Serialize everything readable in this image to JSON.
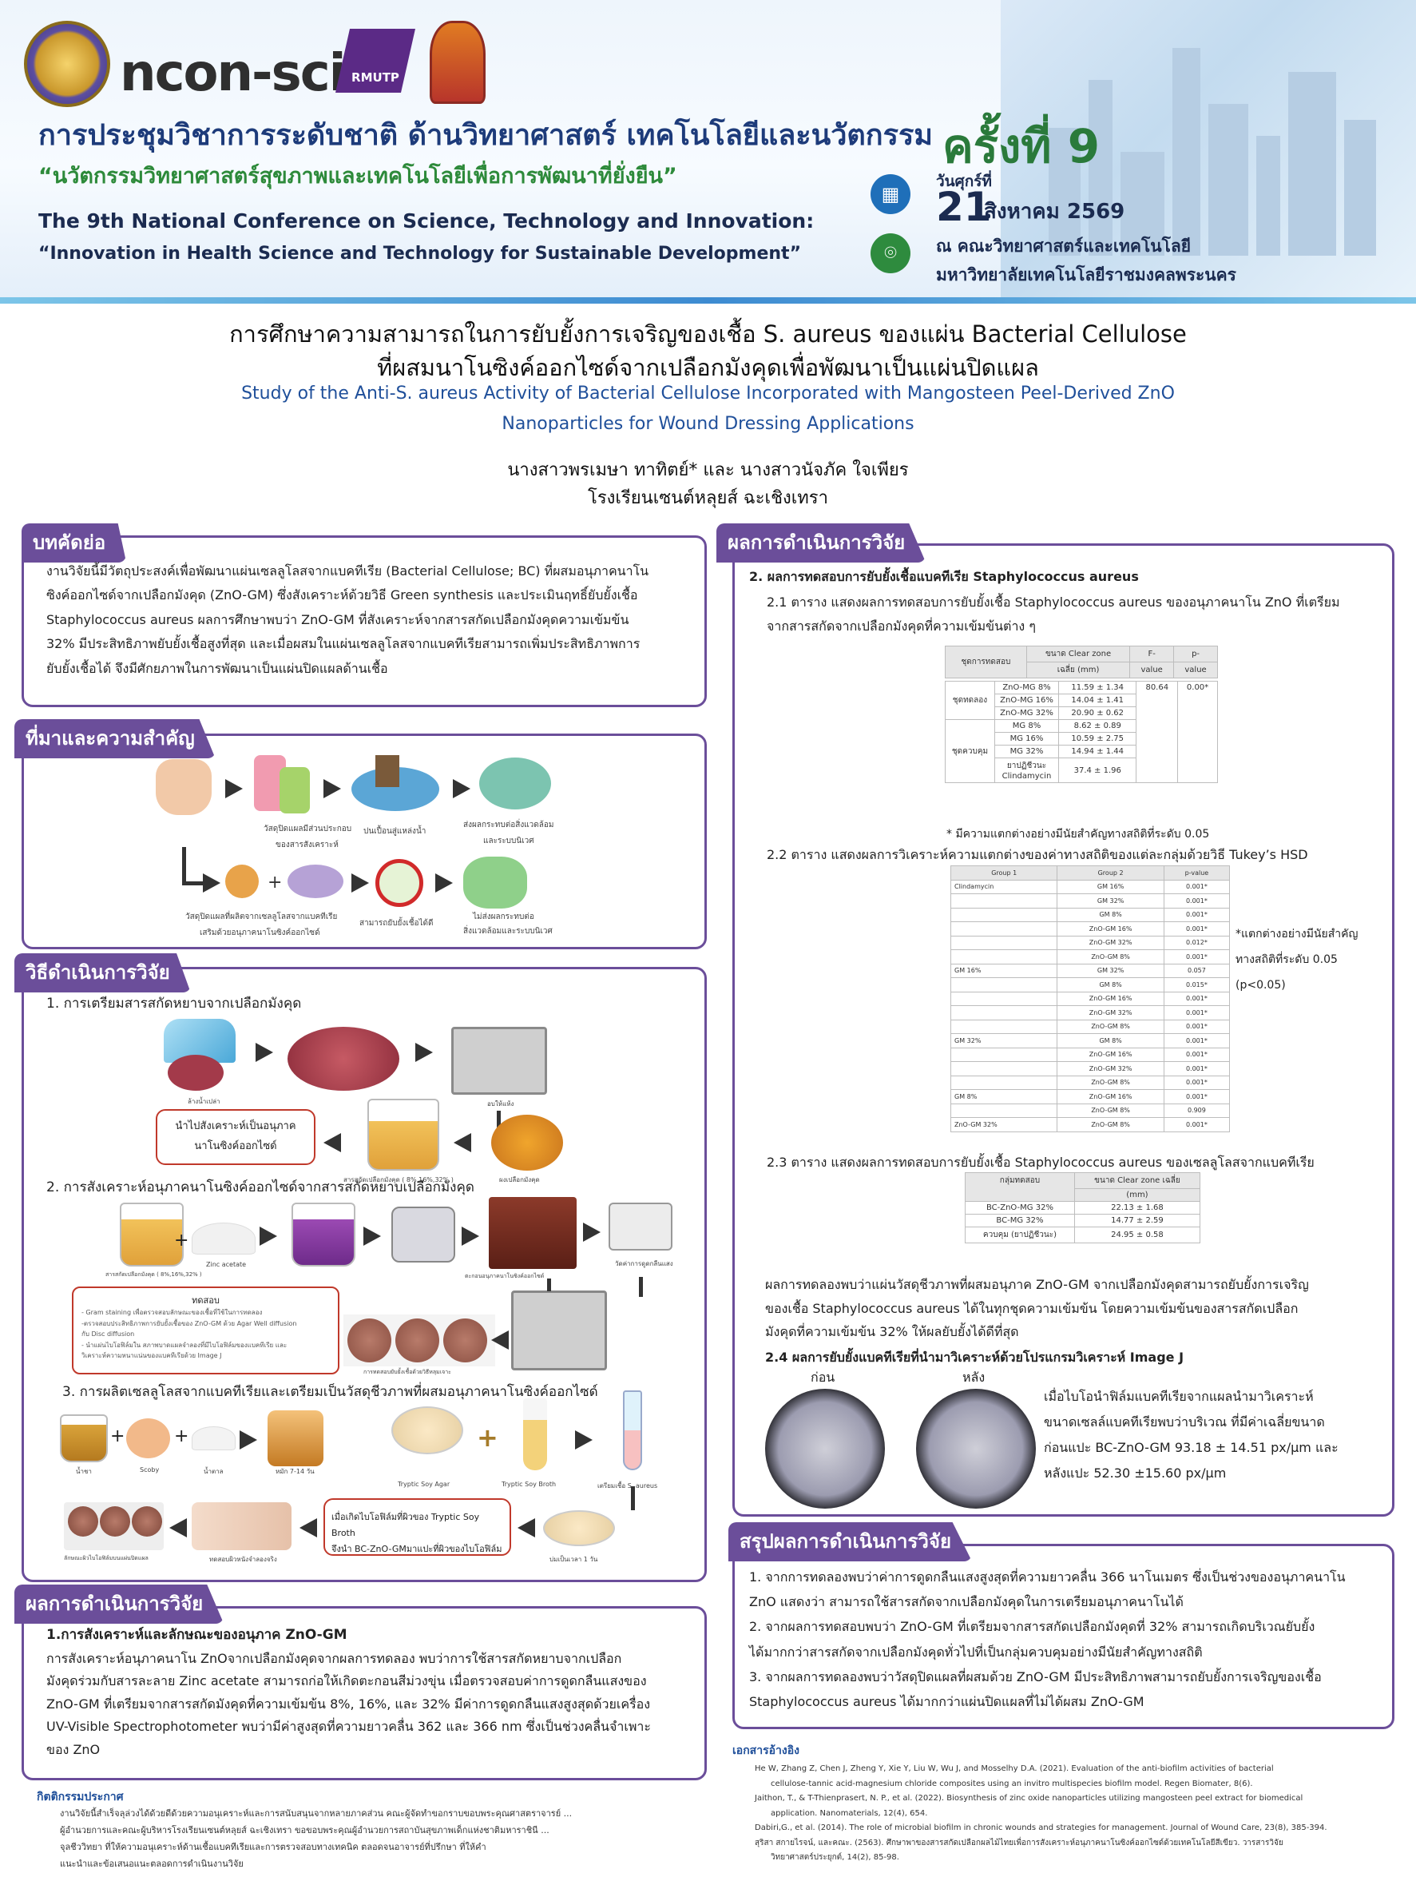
{
  "header": {
    "conf_th": "การประชุมวิชาการระดับชาติ ด้านวิทยาศาสตร์ เทคโนโลยีและนวัตกรรม",
    "edition": "ครั้งที่ 9",
    "theme_th": "“นวัตกรรมวิทยาศาสตร์สุขภาพและเทคโนโลยีเพื่อการพัฒนาที่ยั่งยืน”",
    "conf_en": "The 9th National Conference on Science, Technology and Innovation:",
    "theme_en": "“Innovation in Health Science and Technology for Sustainable Development”",
    "day": "วันศุกร์ที่",
    "date": "21",
    "month": "สิงหาคม 2569",
    "venue1": "ณ คณะวิทยาศาสตร์และเทคโนโลยี",
    "venue2": "มหาวิทยาลัยเทคโนโลยีราชมงคลพระนคร",
    "logo_text": "ncon-sci",
    "rmutp": "RMUTP"
  },
  "title": {
    "th1": "การศึกษาความสามารถในการยับยั้งการเจริญของเชื้อ S. aureus ของแผ่น Bacterial Cellulose",
    "th2": "ที่ผสมนาโนซิงค์ออกไซด์จากเปลือกมังคุดเพื่อพัฒนาเป็นแผ่นปิดแผล",
    "en1": "Study of the Anti-S. aureus Activity of Bacterial Cellulose Incorporated with Mangosteen Peel-Derived ZnO",
    "en2": "Nanoparticles for Wound Dressing Applications",
    "authors": "นางสาวพรเมษา ทาทิตย์* และ นางสาวนัจภัค ใจเพียร",
    "school": "โรงเรียนเซนต์หลุยส์ ฉะเชิงเทรา"
  },
  "abstract": {
    "heading": "บทคัดย่อ",
    "lines": [
      "งานวิจัยนี้มีวัตถุประสงค์เพื่อพัฒนาแผ่นเซลลูโลสจากแบคทีเรีย (Bacterial Cellulose; BC) ที่ผสมอนุภาคนาโน",
      "ซิงค์ออกไซด์จากเปลือกมังคุด (ZnO-GM) ซึ่งสังเคราะห์ด้วยวิธี Green synthesis และประเมินฤทธิ์ยับยั้งเชื้อ",
      "Staphylococcus aureus ผลการศึกษาพบว่า ZnO-GM ที่สังเคราะห์จากสารสกัดเปลือกมังคุดความเข้มข้น",
      "32% มีประสิทธิภาพยับยั้งเชื้อสูงที่สุด และเมื่อผสมในแผ่นเซลลูโลสจากแบคทีเรียสามารถเพิ่มประสิทธิภาพการ",
      "ยับยั้งเชื้อได้ จึงมีศักยภาพในการพัฒนาเป็นแผ่นปิดแผลด้านเชื้อ"
    ]
  },
  "background": {
    "heading": "ที่มาและความสำคัญ",
    "labels": [
      "วัสดุปิดแผลมีส่วนประกอบ",
      "ของสารสังเคราะห์",
      "ปนเปื้อนสู่แหล่งน้ำ",
      "ส่งผลกระทบต่อสิ่งแวดล้อม",
      "และระบบนิเวศ",
      "วัสดุปิดแผลที่ผลิตจากเซลลูโลสจากแบคทีเรีย",
      "เสริมด้วยอนุภาคนาโนซิงค์ออกไซด์",
      "สามารถยับยั้งเชื้อได้ดี",
      "ไม่ส่งผลกระทบต่อ",
      "สิ่งแวดล้อมและระบบนิเวศ"
    ]
  },
  "methods": {
    "heading": "วิธีดำเนินการวิจัย",
    "step1": "1. การเตรียมสารสกัดหยาบจากเปลือกมังคุด",
    "step1_box_l1": "นำไปสังเคราะห์เป็นอนุภาค",
    "step1_box_l2": "นาโนซิงค์ออกไซด์",
    "step1_labels": [
      "ล้างน้ำเปล่า",
      "อบให้แห้ง",
      "สารสกัดเปลือกมังคุด ( 8%,16%,32% )",
      "ผงเปลือกมังคุด"
    ],
    "step2": "2. การสังเคราะห์อนุภาคนาโนซิงค์ออกไซด์จากสารสกัดหยาบเปลือกมังคุด",
    "step2_labels": [
      "สารสกัดเปลือกมังคุด ( 8%,16%,32% )",
      "Zinc acetate",
      "ตะกอนอนุภาคนาโนซิงค์ออกไซด์",
      "วัดค่าการดูดกลืนแสง",
      "การทดสอบยับยั้งเชื้อด้วยวิธีหลุมเจาะ"
    ],
    "test_title": "ทดสอบ",
    "test_lines": [
      "- Gram staining เพื่อตรวจสอบลักษณะของเชื้อที่ใช้ในการทดลอง",
      "-ตรวจสอบประสิทธิภาพการยับยั้งเชื้อของ ZnO-GM ด้วย Agar Well diffusion",
      "กับ Disc diffusion",
      "- นำแผ่นไบโอฟิล์มใน สภาพบาดแผลจำลองที่มีไบโอฟิล์มของแบคทีเรีย และ",
      "วิเคราะห์ความหนาแน่นของแบคทีเรียด้วย Image J"
    ],
    "step3": "3. การผลิตเซลลูโลสจากแบคทีเรียและเตรียมเป็นวัสดุชีวภาพที่ผสมอนุภาคนาโนซิงค์ออกไซด์",
    "step3_labels": [
      "น้ำชา",
      "Scoby",
      "น้ำตาล",
      "หมัก 7-14 วัน",
      "Tryptic Soy Agar",
      "Tryptic Soy Broth",
      "เตรียมเชื้อ S. aureus",
      "ลักษณะผิวไบโอฟิล์มบนแผ่นปิดแผล",
      "ทดสอบผิวหนังจำลองจริง",
      "บ่มเป็นเวลา 1 วัน"
    ],
    "step3_box": [
      "เมื่อเกิดไบโอฟิล์มที่ผิวของ Tryptic Soy Broth",
      "จึงนำ BC-ZnO-GMมาแปะที่ผิวของไบโอฟิล์ม"
    ]
  },
  "results_left": {
    "heading": "ผลการดำเนินการวิจัย",
    "sub": "1.การสังเคราะห์และลักษณะของอนุภาค ZnO-GM",
    "lines": [
      "การสังเคราะห์อนุภาคนาโน ZnOจากเปลือกมังคุดจากผลการทดลอง พบว่าการใช้สารสกัดหยาบจากเปลือก",
      "มังคุดร่วมกับสารละลาย Zinc acetate สามารถก่อให้เกิดตะกอนสีม่วงขุ่น เมื่อตรวจสอบค่าการดูดกลืนแสงของ",
      "ZnO-GM ที่เตรียมจากสารสกัดมังคุดที่ความเข้มข้น 8%, 16%, และ 32% มีค่าการดูดกลืนแสงสูงสุดด้วยเครื่อง",
      "UV-Visible Spectrophotometer พบว่ามีค่าสูงสุดที่ความยาวคลื่น 362 และ 366 nm ซึ่งเป็นช่วงคลื่นจำเพาะ",
      "ของ ZnO"
    ]
  },
  "ack": {
    "heading": "กิตติกรรมประกาศ",
    "lines": [
      "งานวิจัยนี้สำเร็จลุล่วงได้ด้วยดีด้วยความอนุเคราะห์และการสนับสนุนจากหลายภาคส่วน คณะผู้จัดทำขอกราบขอบพระคุณศาสตราจารย์ ...",
      "ผู้อำนวยการและคณะผู้บริหารโรงเรียนเซนต์หลุยส์ ฉะเชิงเทรา ขอขอบพระคุณผู้อำนวยการสถาบันสุขภาพเด็กแห่งชาติมหาราชินี ...",
      "จุลชีววิทยา ที่ให้ความอนุเคราะห์ด้านเชื้อแบคทีเรียและการตรวจสอบทางเทคนิค ตลอดจนอาจารย์ที่ปรึกษา ที่ให้คำ",
      "แนะนำและข้อเสนอแนะตลอดการดำเนินงานวิจัย"
    ]
  },
  "results_right": {
    "heading": "ผลการดำเนินการวิจัย",
    "sec2": "2. ผลการทดสอบการยับยั้งเชื้อแบคทีเรีย Staphylococcus aureus",
    "t21_l1": "2.1 ตาราง แสดงผลการทดสอบการยับยั้งเชื้อ Staphylococcus aureus ของอนุภาคนาโน ZnO ที่เตรียม",
    "t21_l2": "จากสารสกัดจากเปลือกมังคุดที่ความเข้มข้นต่าง ๆ",
    "t21_note": "* มีความแตกต่างอย่างมีนัยสำคัญทางสถิติที่ระดับ 0.05",
    "t22_title": "2.2 ตาราง แสดงผลการวิเคราะห์ความแตกต่างของค่าทางสถิติของแต่ละกลุ่มด้วยวิธี Tukey’s HSD",
    "t22_note": [
      "*แตกต่างอย่างมีนัยสำคัญ",
      "ทางสถิติที่ระดับ 0.05",
      "(p<0.05)"
    ],
    "t23_title": "2.3 ตาราง แสดงผลการทดสอบการยับยั้งเชื้อ Staphylococcus aureus ของเซลลูโลสจากแบคทีเรีย",
    "summary": [
      "ผลการทดลองพบว่าแผ่นวัสดุชีวภาพที่ผสมอนุภาค ZnO-GM จากเปลือกมังคุดสามารถยับยั้งการเจริญ",
      "ของเชื้อ Staphylococcus aureus ได้ในทุกชุดความเข้มข้น โดยความเข้มข้นของสารสกัดเปลือก",
      "มังคุดที่ความเข้มข้น 32% ให้ผลยับยั้งได้ดีที่สุด"
    ],
    "s24_title": "2.4 ผลการยับยั้งแบคทีเรียที่นำมาวิเคราะห์ด้วยโปรแกรมวิเคราะห์ Image J",
    "before": "ก่อน",
    "after": "หลัง",
    "s24_text": [
      "เมื่อไบโอนำฟิล์มแบคทีเรียจากแผลนำมาวิเคราะห์",
      "ขนาดเซลล์แบคทีเรียพบว่าบริเวณ ที่มีค่าเฉลี่ยขนาด",
      "ก่อนแปะ BC-ZnO-GM 93.18 ± 14.51 px/µm และ",
      "หลังแปะ 52.30 ±15.60 px/µm"
    ]
  },
  "table21": {
    "headers": [
      "ชุดการทดสอบ",
      "ขนาด Clear zone",
      "เฉลี่ย (mm)",
      "F-",
      "value",
      "p-",
      "value"
    ],
    "groups": [
      "ชุดทดลอง",
      "ชุดควบคุม"
    ],
    "rows": [
      [
        "ZnO-MG 8%",
        "11.59 ± 1.34",
        "80.64",
        "0.00*"
      ],
      [
        "ZnO-MG 16%",
        "14.04 ± 1.41",
        "",
        ""
      ],
      [
        "ZnO-MG 32%",
        "20.90 ± 0.62",
        "",
        ""
      ],
      [
        "MG 8%",
        "8.62 ± 0.89",
        "",
        ""
      ],
      [
        "MG 16%",
        "10.59 ± 2.75",
        "",
        ""
      ],
      [
        "MG 32%",
        "14.94 ± 1.44",
        "",
        ""
      ],
      [
        "ยาปฏิชีวนะ Clindamycin",
        "37.4 ± 1.96",
        "",
        ""
      ]
    ]
  },
  "table22": {
    "headers": [
      "Group 1",
      "Group 2",
      "p-value"
    ],
    "rows": [
      [
        "Clindamycin",
        "GM 16%",
        "0.001*"
      ],
      [
        "",
        "GM 32%",
        "0.001*"
      ],
      [
        "",
        "GM 8%",
        "0.001*"
      ],
      [
        "",
        "ZnO-GM 16%",
        "0.001*"
      ],
      [
        "",
        "ZnO-GM 32%",
        "0.012*"
      ],
      [
        "",
        "ZnO-GM 8%",
        "0.001*"
      ],
      [
        "GM 16%",
        "GM 32%",
        "0.057"
      ],
      [
        "",
        "GM 8%",
        "0.015*"
      ],
      [
        "",
        "ZnO-GM 16%",
        "0.001*"
      ],
      [
        "",
        "ZnO-GM 32%",
        "0.001*"
      ],
      [
        "",
        "ZnO-GM 8%",
        "0.001*"
      ],
      [
        "GM 32%",
        "GM 8%",
        "0.001*"
      ],
      [
        "",
        "ZnO-GM 16%",
        "0.001*"
      ],
      [
        "",
        "ZnO-GM 32%",
        "0.001*"
      ],
      [
        "",
        "ZnO-GM 8%",
        "0.001*"
      ],
      [
        "GM 8%",
        "ZnO-GM 16%",
        "0.001*"
      ],
      [
        "",
        "ZnO-GM 8%",
        "0.909"
      ],
      [
        "ZnO-GM 32%",
        "ZnO-GM 8%",
        "0.001*"
      ]
    ]
  },
  "table23": {
    "headers": [
      "กลุ่มทดสอบ",
      "ขนาด Clear zone เฉลี่ย",
      "(mm)"
    ],
    "rows": [
      [
        "BC-ZnO-MG 32%",
        "22.13 ± 1.68"
      ],
      [
        "BC-MG 32%",
        "14.77 ± 2.59"
      ],
      [
        "ควบคุม (ยาปฏิชีวนะ)",
        "24.95 ± 0.58"
      ]
    ]
  },
  "conclusion": {
    "heading": "สรุปผลการดำเนินการวิจัย",
    "lines": [
      "1. จากการทดลองพบว่าค่าการดูดกลืนแสงสูงสุดที่ความยาวคลื่น 366 นาโนเมตร ซึ่งเป็นช่วงของอนุภาคนาโน",
      "ZnO แสดงว่า สามารถใช้สารสกัดจากเปลือกมังคุดในการเตรียมอนุภาคนาโนได้",
      "2. จากผลการทดสอบพบว่า ZnO-GM ที่เตรียมจากสารสกัดเปลือกมังคุดที่ 32% สามารถเกิดบริเวณยับยั้ง",
      "ได้มากกว่าสารสกัดจากเปลือกมังคุดทั่วไปที่เป็นกลุ่มควบคุมอย่างมีนัยสำคัญทางสถิติ",
      "3. จากผลการทดลองพบว่าวัสดุปิดแผลที่ผสมด้วย ZnO-GM มีประสิทธิภาพสามารถยับยั้งการเจริญของเชื้อ",
      "Staphylococcus aureus ได้มากกว่าแผ่นปิดแผลที่ไม่ได้ผสม ZnO-GM"
    ]
  },
  "references": {
    "heading": "เอกสารอ้างอิง",
    "lines": [
      "He W, Zhang Z, Chen J, Zheng Y, Xie Y, Liu W, Wu J, and Mosselhy D.A. (2021). Evaluation of the anti-biofilm activities of bacterial",
      "cellulose-tannic acid-magnesium chloride composites using an invitro multispecies biofilm model. Regen Biomater, 8(6).",
      "Jaithon, T., & T-Thienprasert, N. P., et al. (2022). Biosynthesis of zinc oxide nanoparticles utilizing mangosteen peel extract for biomedical",
      "application. Nanomaterials, 12(4), 654.",
      "Dabiri,G., et al. (2014). The role of microbial biofilm in chronic wounds and strategies for management. Journal of Wound Care, 23(8), 385-394.",
      "สุริสา สกายไรจน์, และคณะ. (2563). ศึกษาพาของสารสกัดเปลือกผลไม้ไทยเพื่อการสังเคราะห์อนุภาคนาโนซิงค์ออกไซด์ด้วยเทคโนโลยีสีเขียว. วารสารวิจัย",
      "วิทยาศาสตร์ประยุกต์, 14(2), 85-98."
    ]
  },
  "colors": {
    "accent": "#6b4e9a",
    "title_blue": "#1f4f9a",
    "header_green": "#2a7a3b"
  }
}
